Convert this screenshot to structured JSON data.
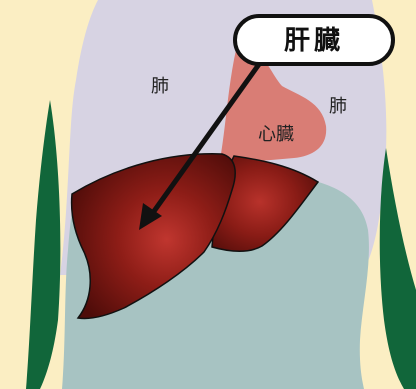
{
  "labels": {
    "callout": "肝臓",
    "lung_left": "肺",
    "lung_right": "肺",
    "heart": "心臓"
  },
  "colors": {
    "skin": "#fbeec3",
    "muscle": "#11663a",
    "lungs": "#d7d3e3",
    "heart": "#d97d75",
    "abdomen": "#a7c3c2",
    "liver_light": "#b5322c",
    "liver_dark": "#5b100c",
    "outline": "#111111"
  }
}
